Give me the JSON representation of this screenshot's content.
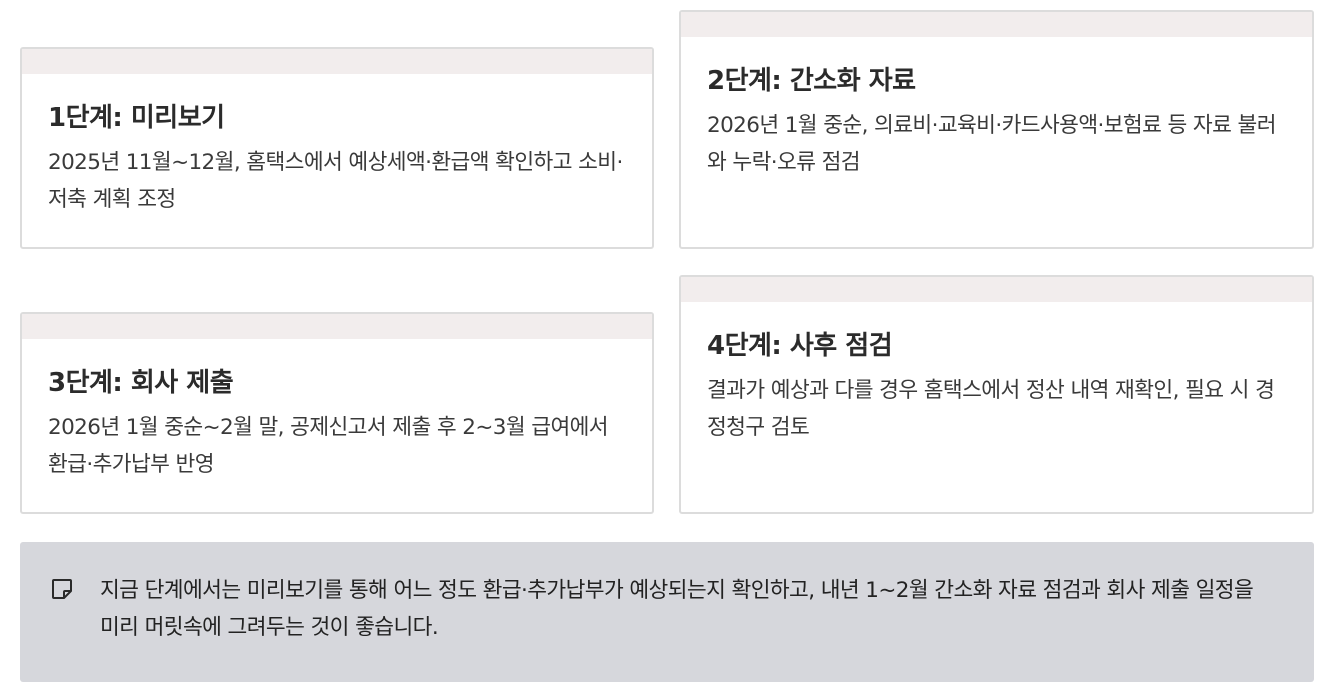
{
  "steps": [
    {
      "title": "1단계: 미리보기",
      "description": "2025년 11월~12월, 홈택스에서 예상세액·환급액 확인하고 소비·저축 계획 조정"
    },
    {
      "title": "2단계: 간소화 자료",
      "description": "2026년 1월 중순, 의료비·교육비·카드사용액·보험료 등 자료 불러와 누락·오류 점검"
    },
    {
      "title": "3단계: 회사 제출",
      "description": "2026년 1월 중순~2월 말, 공제신고서 제출 후 2~3월 급여에서 환급·추가납부 반영"
    },
    {
      "title": "4단계: 사후 점검",
      "description": "결과가 예상과 다를 경우 홈택스에서 정산 내역 재확인, 필요 시 경정청구 검토"
    }
  ],
  "note": {
    "icon": "sticky-note-icon",
    "text": "지금 단계에서는 미리보기를 통해 어느 정도 환급·추가납부가 예상되는지 확인하고, 내년 1~2월 간소화 자료 점검과 회사 제출 일정을 미리 머릿속에 그려두는 것이 좋습니다."
  },
  "colors": {
    "card_bar": "#f2eded",
    "card_border": "#dcdcdc",
    "note_background": "#d6d7dc",
    "text": "#2f2f2f"
  }
}
